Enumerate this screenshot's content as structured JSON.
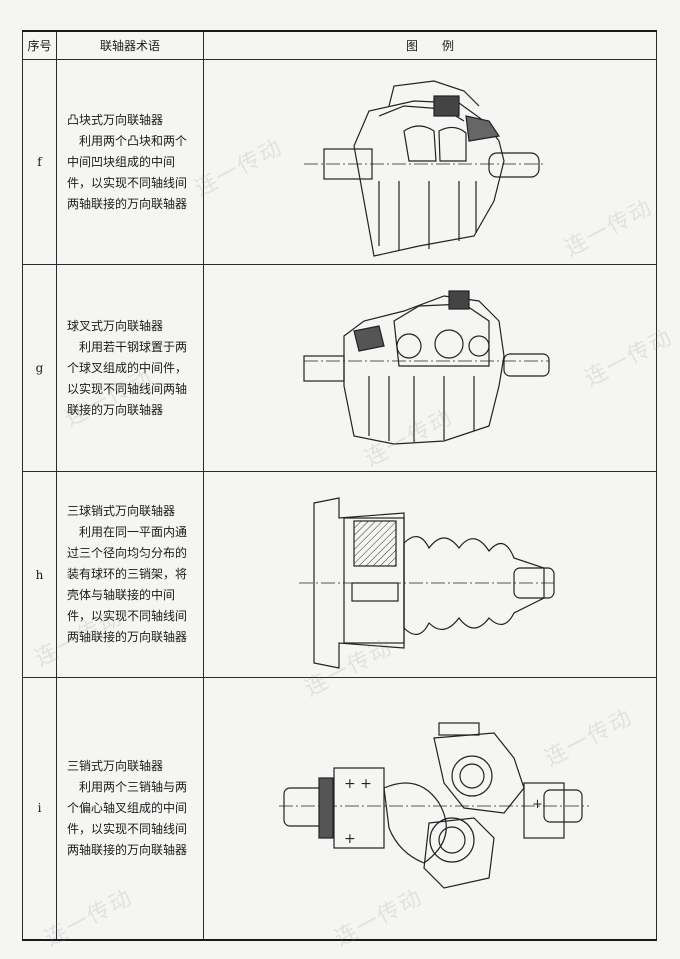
{
  "table": {
    "headers": {
      "no": "序号",
      "term": "联轴器术语",
      "figure": "图　　例"
    },
    "rows": [
      {
        "no": "f",
        "title": "凸块式万向联轴器",
        "desc": "利用两个凸块和两个中间凹块组成的中间件，以实现不同轴线间两轴联接的万向联轴器",
        "figure_icon": "convex-block-universal-coupling-drawing"
      },
      {
        "no": "g",
        "title": "球叉式万向联轴器",
        "desc": "利用若干钢球置于两个球叉组成的中间件，以实现不同轴线间两轴联接的万向联轴器",
        "figure_icon": "ball-fork-universal-coupling-drawing"
      },
      {
        "no": "h",
        "title": "三球销式万向联轴器",
        "desc": "利用在同一平面内通过三个径向均匀分布的装有球环的三销架，将壳体与轴联接的中间件，以实现不同轴线间两轴联接的万向联轴器",
        "figure_icon": "tripod-universal-coupling-drawing"
      },
      {
        "no": "i",
        "title": "三销式万向联轴器",
        "desc": "利用两个三销轴与两个偏心轴叉组成的中间件，以实现不同轴线间两轴联接的万向联轴器",
        "figure_icon": "three-pin-universal-coupling-drawing"
      }
    ]
  },
  "watermark": "连一传动"
}
